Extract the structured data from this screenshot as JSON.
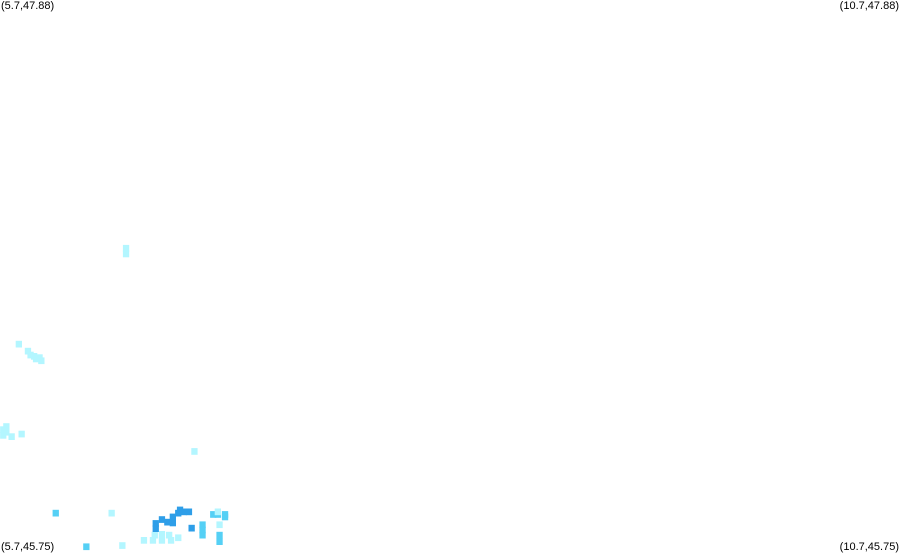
{
  "corners": {
    "top_left": "(5.7,47.88)",
    "top_right": "(10.7,47.88)",
    "bottom_left": "(5.7,45.75)",
    "bottom_right": "(10.7,45.75)"
  },
  "extent": {
    "lon_min": 5.7,
    "lon_max": 10.7,
    "lat_min": 45.75,
    "lat_max": 47.88
  },
  "colors": {
    "background": "#ffffff",
    "light": "#b3f6ff",
    "medium": "#55d0f5",
    "dark": "#2e9ee8"
  },
  "cell_deg": {
    "lon": 0.035,
    "lat": 0.026
  },
  "cells": [
    {
      "lon": 6.4,
      "lat": 46.922,
      "level": "light"
    },
    {
      "lon": 6.4,
      "lat": 46.9,
      "level": "light"
    },
    {
      "lon": 5.805,
      "lat": 46.552,
      "level": "light"
    },
    {
      "lon": 5.855,
      "lat": 46.525,
      "level": "light"
    },
    {
      "lon": 5.87,
      "lat": 46.51,
      "level": "light"
    },
    {
      "lon": 5.89,
      "lat": 46.505,
      "level": "light"
    },
    {
      "lon": 5.9,
      "lat": 46.495,
      "level": "light"
    },
    {
      "lon": 5.92,
      "lat": 46.5,
      "level": "light"
    },
    {
      "lon": 5.93,
      "lat": 46.488,
      "level": "light"
    },
    {
      "lon": 5.735,
      "lat": 46.234,
      "level": "light"
    },
    {
      "lon": 5.718,
      "lat": 46.222,
      "level": "light"
    },
    {
      "lon": 5.735,
      "lat": 46.212,
      "level": "light"
    },
    {
      "lon": 5.718,
      "lat": 46.2,
      "level": "light"
    },
    {
      "lon": 5.765,
      "lat": 46.195,
      "level": "light"
    },
    {
      "lon": 5.82,
      "lat": 46.205,
      "level": "light"
    },
    {
      "lon": 6.78,
      "lat": 46.138,
      "level": "light"
    },
    {
      "lon": 6.01,
      "lat": 45.9,
      "level": "medium"
    },
    {
      "lon": 6.32,
      "lat": 45.9,
      "level": "light"
    },
    {
      "lon": 6.5,
      "lat": 45.795,
      "level": "light"
    },
    {
      "lon": 6.55,
      "lat": 45.795,
      "level": "light"
    },
    {
      "lon": 6.6,
      "lat": 45.795,
      "level": "light"
    },
    {
      "lon": 6.65,
      "lat": 45.795,
      "level": "light"
    },
    {
      "lon": 6.56,
      "lat": 45.815,
      "level": "light"
    },
    {
      "lon": 6.6,
      "lat": 45.818,
      "level": "light"
    },
    {
      "lon": 6.64,
      "lat": 45.815,
      "level": "light"
    },
    {
      "lon": 6.69,
      "lat": 45.805,
      "level": "light"
    },
    {
      "lon": 6.38,
      "lat": 45.775,
      "level": "light"
    },
    {
      "lon": 6.18,
      "lat": 45.77,
      "level": "medium"
    },
    {
      "lon": 6.565,
      "lat": 45.86,
      "level": "dark"
    },
    {
      "lon": 6.565,
      "lat": 45.84,
      "level": "dark"
    },
    {
      "lon": 6.6,
      "lat": 45.875,
      "level": "dark"
    },
    {
      "lon": 6.63,
      "lat": 45.865,
      "level": "dark"
    },
    {
      "lon": 6.66,
      "lat": 45.885,
      "level": "dark"
    },
    {
      "lon": 6.66,
      "lat": 45.862,
      "level": "dark"
    },
    {
      "lon": 6.69,
      "lat": 45.9,
      "level": "dark"
    },
    {
      "lon": 6.7,
      "lat": 45.912,
      "level": "dark"
    },
    {
      "lon": 6.72,
      "lat": 45.905,
      "level": "dark"
    },
    {
      "lon": 6.75,
      "lat": 45.905,
      "level": "dark"
    },
    {
      "lon": 6.765,
      "lat": 45.842,
      "level": "dark"
    },
    {
      "lon": 6.885,
      "lat": 45.895,
      "level": "medium"
    },
    {
      "lon": 6.91,
      "lat": 45.895,
      "level": "medium"
    },
    {
      "lon": 6.95,
      "lat": 45.895,
      "level": "medium"
    },
    {
      "lon": 6.95,
      "lat": 45.885,
      "level": "medium"
    },
    {
      "lon": 6.91,
      "lat": 45.905,
      "level": "light"
    },
    {
      "lon": 6.825,
      "lat": 45.855,
      "level": "medium"
    },
    {
      "lon": 6.825,
      "lat": 45.835,
      "level": "medium"
    },
    {
      "lon": 6.825,
      "lat": 45.815,
      "level": "medium"
    },
    {
      "lon": 6.92,
      "lat": 45.815,
      "level": "medium"
    },
    {
      "lon": 6.92,
      "lat": 45.79,
      "level": "medium"
    },
    {
      "lon": 6.92,
      "lat": 45.855,
      "level": "light"
    }
  ]
}
